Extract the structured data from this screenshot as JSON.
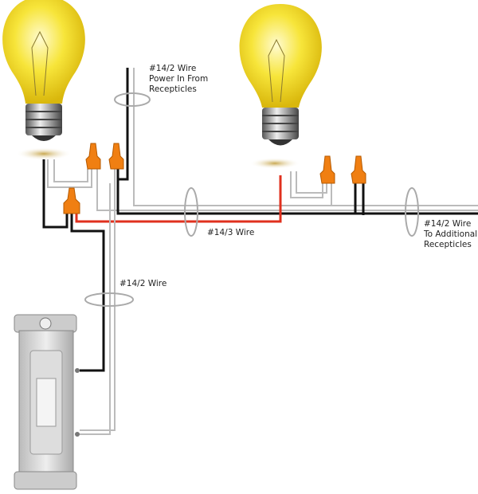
{
  "labels": {
    "power_in": [
      "#14/2 Wire",
      "Power In From",
      "Recepticles"
    ],
    "three_wire": "#14/3 Wire",
    "additional": [
      "#14/2 Wire",
      "To Additional",
      "Recepticles"
    ],
    "switch_wire": "#14/2 Wire"
  },
  "colors": {
    "hot": "#111111",
    "neutral": "#bbbbbb",
    "traveler": "#e0301e",
    "wire_nut": "#f07f12",
    "bulb": "#f6e23a"
  }
}
